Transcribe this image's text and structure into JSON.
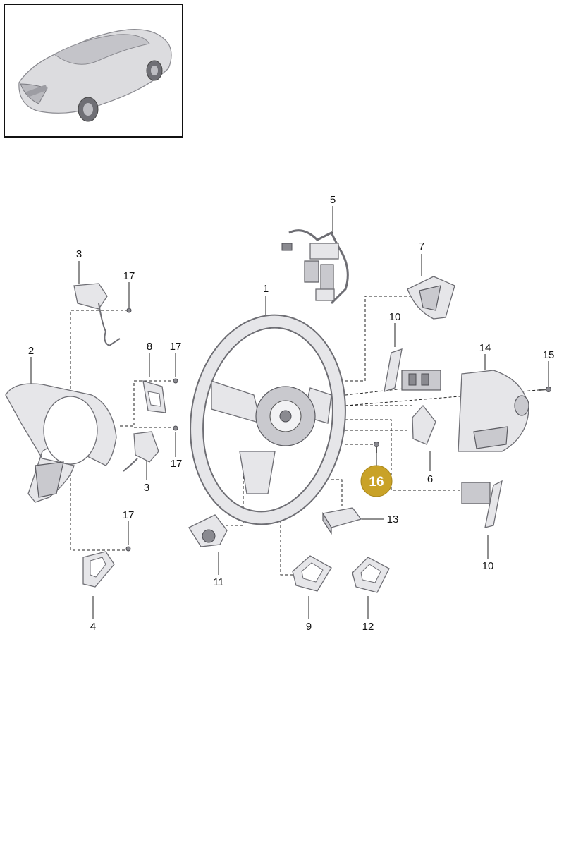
{
  "callouts": [
    {
      "id": "c1",
      "text": "1"
    },
    {
      "id": "c2",
      "text": "2"
    },
    {
      "id": "c3a",
      "text": "3"
    },
    {
      "id": "c3b",
      "text": "3"
    },
    {
      "id": "c4",
      "text": "4"
    },
    {
      "id": "c5",
      "text": "5"
    },
    {
      "id": "c6",
      "text": "6"
    },
    {
      "id": "c7",
      "text": "7"
    },
    {
      "id": "c8",
      "text": "8"
    },
    {
      "id": "c9",
      "text": "9"
    },
    {
      "id": "c10a",
      "text": "10"
    },
    {
      "id": "c10b",
      "text": "10"
    },
    {
      "id": "c11",
      "text": "11"
    },
    {
      "id": "c12",
      "text": "12"
    },
    {
      "id": "c13",
      "text": "13"
    },
    {
      "id": "c14",
      "text": "14"
    },
    {
      "id": "c15",
      "text": "15"
    },
    {
      "id": "c16",
      "text": "16"
    },
    {
      "id": "c17a",
      "text": "17"
    },
    {
      "id": "c17b",
      "text": "17"
    },
    {
      "id": "c17c",
      "text": "17"
    },
    {
      "id": "c17d",
      "text": "17"
    }
  ],
  "highlight": {
    "callout": "16",
    "color": "#c9a227",
    "text_color": "#ffffff"
  },
  "colors": {
    "part_fill": "#e6e6e9",
    "part_stroke": "#6e6e74",
    "line": "#222222",
    "thumbnail_border": "#111111"
  }
}
